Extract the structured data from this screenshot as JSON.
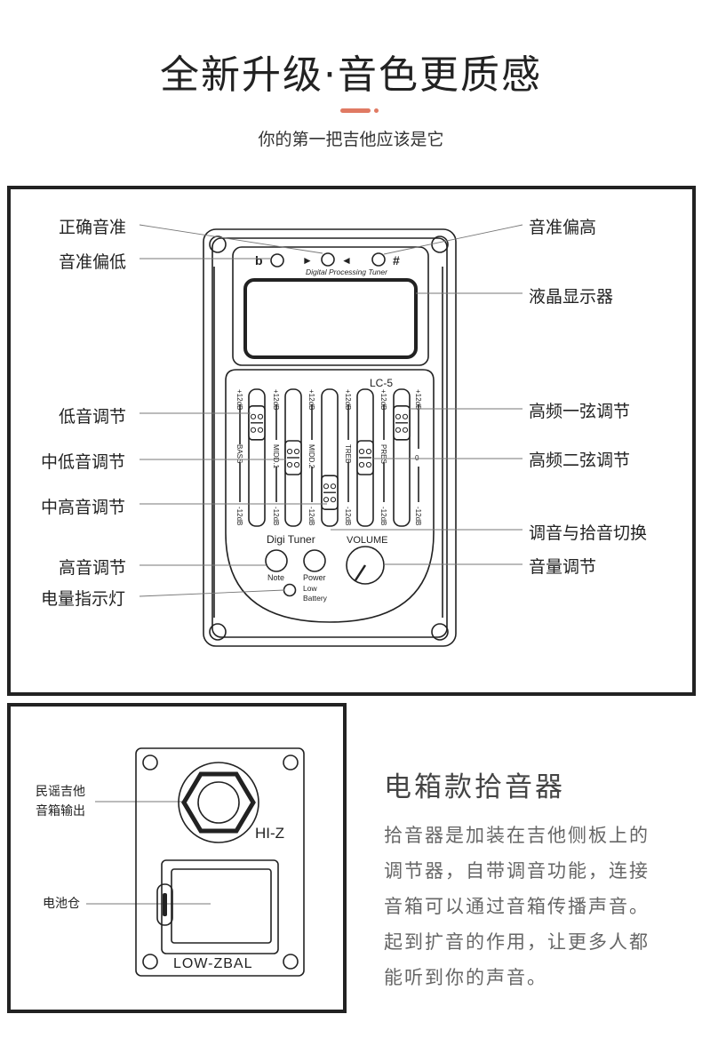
{
  "header": {
    "title": "全新升级·音色更质感",
    "subtitle": "你的第一把吉他应该是它"
  },
  "panel": {
    "brand_text": "Digital Processing Tuner",
    "model": "LC-5",
    "flat_symbol": "b",
    "sharp_symbol": "#",
    "arrow_right": "►",
    "arrow_left": "◄",
    "digi_tuner": "Digi Tuner",
    "volume": "VOLUME",
    "note_btn": "Note",
    "power_btn": "Power",
    "low_battery": [
      "Low",
      "Battery"
    ],
    "sliders": [
      {
        "top": "+12dB",
        "name": "BASS",
        "bottom": "-12dB",
        "level": 0.85
      },
      {
        "top": "+12dB",
        "name": "MIDD.1",
        "bottom": "-12dB",
        "level": 0.5
      },
      {
        "top": "+12dB",
        "name": "MIDD.2",
        "bottom": "-12dB",
        "level": 0.15
      },
      {
        "top": "+12dB",
        "name": "TREB",
        "bottom": "-12dB",
        "level": 0.5
      },
      {
        "top": "+12dB",
        "name": "PRES",
        "bottom": "-12dB",
        "level": 0.85
      }
    ],
    "scale_top": "+12dB",
    "scale_mid": "0",
    "scale_bottom": "-12dB"
  },
  "labels_left": {
    "correct_pitch": "正确音准",
    "pitch_low": "音准偏低",
    "bass": "低音调节",
    "mid_low": "中低音调节",
    "mid_high": "中高音调节",
    "treble": "高音调节",
    "battery_light": "电量指示灯"
  },
  "labels_right": {
    "pitch_high": "音准偏高",
    "lcd": "液晶显示器",
    "high_1": "高频一弦调节",
    "high_2": "高频二弦调节",
    "tuner_switch": "调音与拾音切换",
    "volume_adj": "音量调节"
  },
  "jack_panel": {
    "hiz": "HI-Z",
    "low_zbal": "LOW-ZBAL",
    "output_label": [
      "民谣吉他",
      "音箱输出"
    ],
    "battery_label": "电池仓"
  },
  "side": {
    "title": "电箱款拾音器",
    "lines": [
      "拾音器是加装在吉他侧板上的",
      "调节器，自带调音功能，连接",
      "音箱可以通过音箱传播声音。",
      "起到扩音的作用，让更多人都",
      "能听到你的声音。"
    ]
  }
}
